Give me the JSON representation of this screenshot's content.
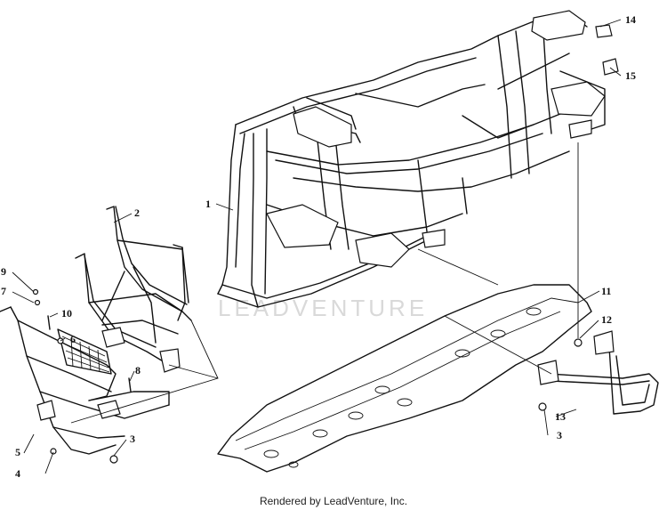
{
  "watermark": "LEADVENTURE",
  "footer": "Rendered by LeadVenture, Inc.",
  "callouts": {
    "c1": "1",
    "c2": "2",
    "c3a": "3",
    "c3b": "3",
    "c4": "4",
    "c5": "5",
    "c6": "6",
    "c7": "7",
    "c8": "8",
    "c9": "9",
    "c10": "10",
    "c11": "11",
    "c12": "12",
    "c13": "13",
    "c14": "14",
    "c15": "15"
  }
}
